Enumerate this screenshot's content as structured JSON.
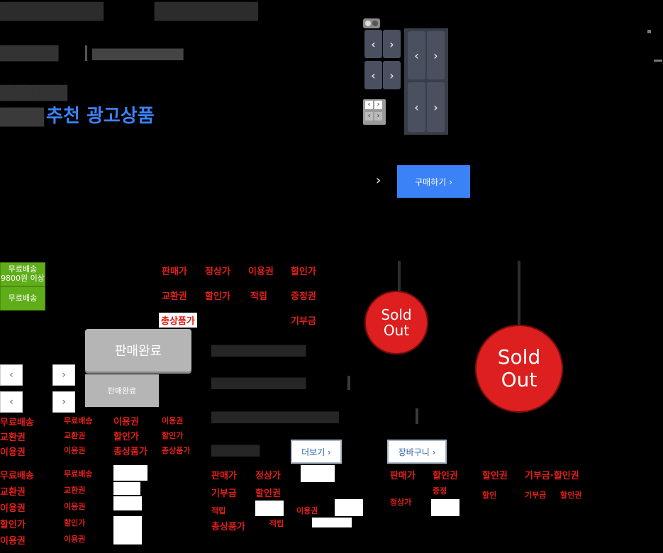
{
  "header": {
    "line1_left": "▇▇▇▇▇▇▇▇▇▇",
    "line1_right": "▇▇▇▇▇▇▇▇▇▇",
    "line2_left": "▇▇▇▇▇▇▇",
    "line2_right": "▇▇▇▇▇▇▇▇▇▇▇▇▇▇▇",
    "line3": "▇▇▇▇ ▇▇▇▇",
    "title_prefix": "▇▇▇▇",
    "title_highlight": "추천 광고상품"
  },
  "buy": {
    "arrow": "›",
    "label": "구매하기 ›"
  },
  "badges": {
    "free_shipping_over": "무료배송",
    "free_shipping_over_sub": "9800원 이상",
    "free_shipping": "무료배송"
  },
  "price_tags": {
    "row1": [
      "판매가",
      "정상가",
      "이용권",
      "할인가"
    ],
    "row2": [
      "교환권",
      "할인가",
      "적립",
      "증정권"
    ],
    "row3": [
      "총상품가",
      "기부금"
    ]
  },
  "sold_out": {
    "label_big": "판매완료",
    "label_small": "판매완료"
  },
  "banner_lines": {
    "line1": "▇▇▇▇▇▇▇▇▇▇▇▇▇▇",
    "line2": "▇▇▇▇▇▇▇▇▇▇▇▇▇▇",
    "line3": "▇▇▇▇▇▇▇▇▇▇▇▇▇▇▇▇▇▇▇",
    "line4": "▇▇▇▇▇▇▇"
  },
  "more_button": "더보기 ›",
  "cart_button": "장바구니 ›",
  "sold_tag": {
    "line1": "Sold",
    "line2": "Out"
  },
  "small_red_labels": {
    "col1": [
      "무료배송",
      "교환권",
      "이용권"
    ],
    "col2": [
      "무료배송",
      "교환권",
      "이용권"
    ],
    "col3": [
      "이용권",
      "할인가",
      "총상품가"
    ],
    "col4": [
      "이용권",
      "할인가",
      "총상품가"
    ],
    "lower_col1": [
      "무료배송",
      "교환권",
      "이용권",
      "할인가",
      "이용권"
    ],
    "lower_col2": [
      "무료배송",
      "교환권",
      "이용권",
      "할인가",
      "이용권"
    ],
    "lower_col3": [
      "판매가",
      "기부금",
      "적립",
      "총상품가"
    ],
    "lower_col4": [
      "정상가",
      "할인권",
      "적립"
    ],
    "lower_col5": [
      "판매가",
      "정상가"
    ],
    "lower_col6": [
      "할인권",
      "증정"
    ],
    "lower_col7": [
      "할인권",
      "할인"
    ],
    "lower_col8": [
      "기부금·할인권",
      "기부금",
      "할인권"
    ]
  },
  "nav": {
    "prev": "‹",
    "next": "›"
  }
}
